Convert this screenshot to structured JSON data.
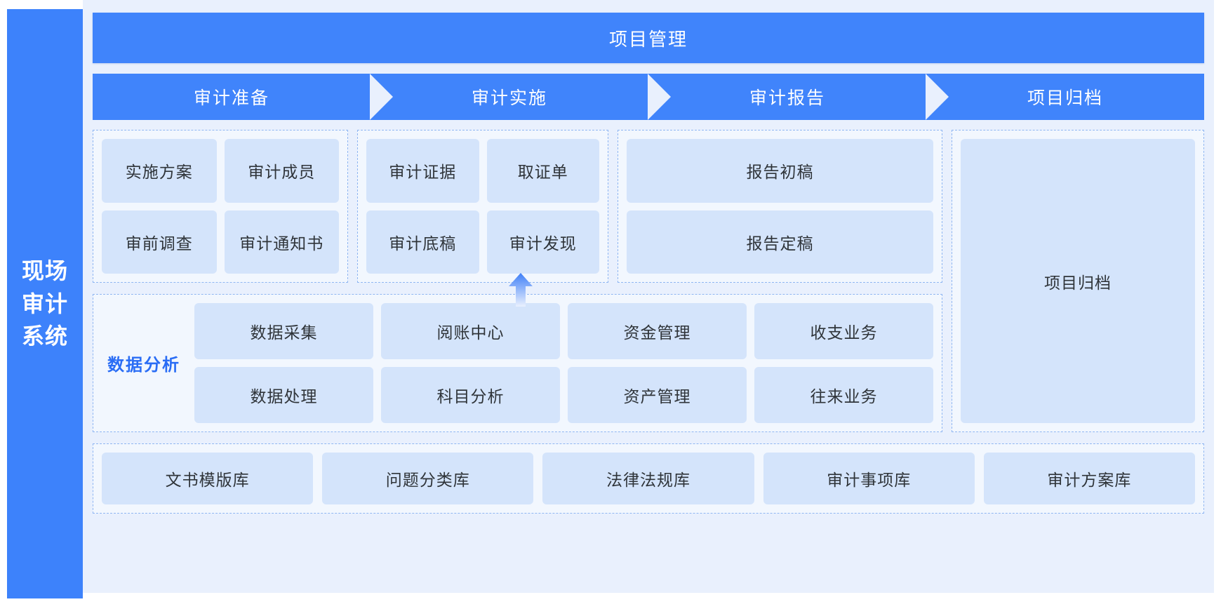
{
  "brand": {
    "lines": [
      "现场",
      "审计",
      "系统"
    ]
  },
  "header": {
    "title": "项目管理"
  },
  "stages": [
    {
      "label": "审计准备"
    },
    {
      "label": "审计实施"
    },
    {
      "label": "审计报告"
    },
    {
      "label": "项目归档"
    }
  ],
  "groups": {
    "preparation": {
      "tiles": [
        "实施方案",
        "审计成员",
        "审前调查",
        "审计通知书"
      ]
    },
    "execution": {
      "tiles": [
        "审计证据",
        "取证单",
        "审计底稿",
        "审计发现"
      ]
    },
    "report": {
      "tiles": [
        "报告初稿",
        "报告定稿"
      ]
    },
    "archive": {
      "tile": "项目归档"
    },
    "analysis": {
      "label": "数据分析",
      "tiles": [
        "数据采集",
        "阅账中心",
        "资金管理",
        "收支业务",
        "数据处理",
        "科目分析",
        "资产管理",
        "往来业务"
      ]
    },
    "libraries": {
      "tiles": [
        "文书模版库",
        "问题分类库",
        "法律法规库",
        "审计事项库",
        "审计方案库"
      ]
    }
  },
  "colors": {
    "brand_blue": "#3d82fb",
    "bar_blue": "#4084fb",
    "panel_bg": "#e9f0fd",
    "dash_border": "#8fb6f2",
    "dash_bg": "#f2f7fe",
    "tile_bg": "#d4e4fb",
    "tile_text": "#2f3439",
    "accent_text": "#2a6df5",
    "arrow_top": "#3f7ff7",
    "arrow_bottom": "#eaf1fe"
  }
}
